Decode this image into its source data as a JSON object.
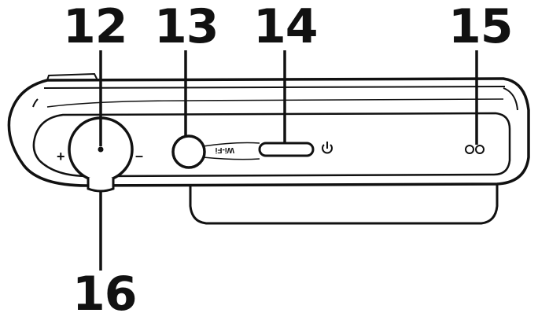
{
  "callouts": {
    "c12": "12",
    "c13": "13",
    "c14": "14",
    "c15": "15",
    "c16": "16"
  },
  "camera_labels": {
    "zoom_plus": "+",
    "zoom_minus": "–",
    "wifi": "Wi-Fi"
  },
  "icons": {
    "power": "power-icon",
    "microphone": "microphone-holes-icon"
  },
  "colors": {
    "ink": "#111111",
    "body_fill": "#ffffff"
  }
}
